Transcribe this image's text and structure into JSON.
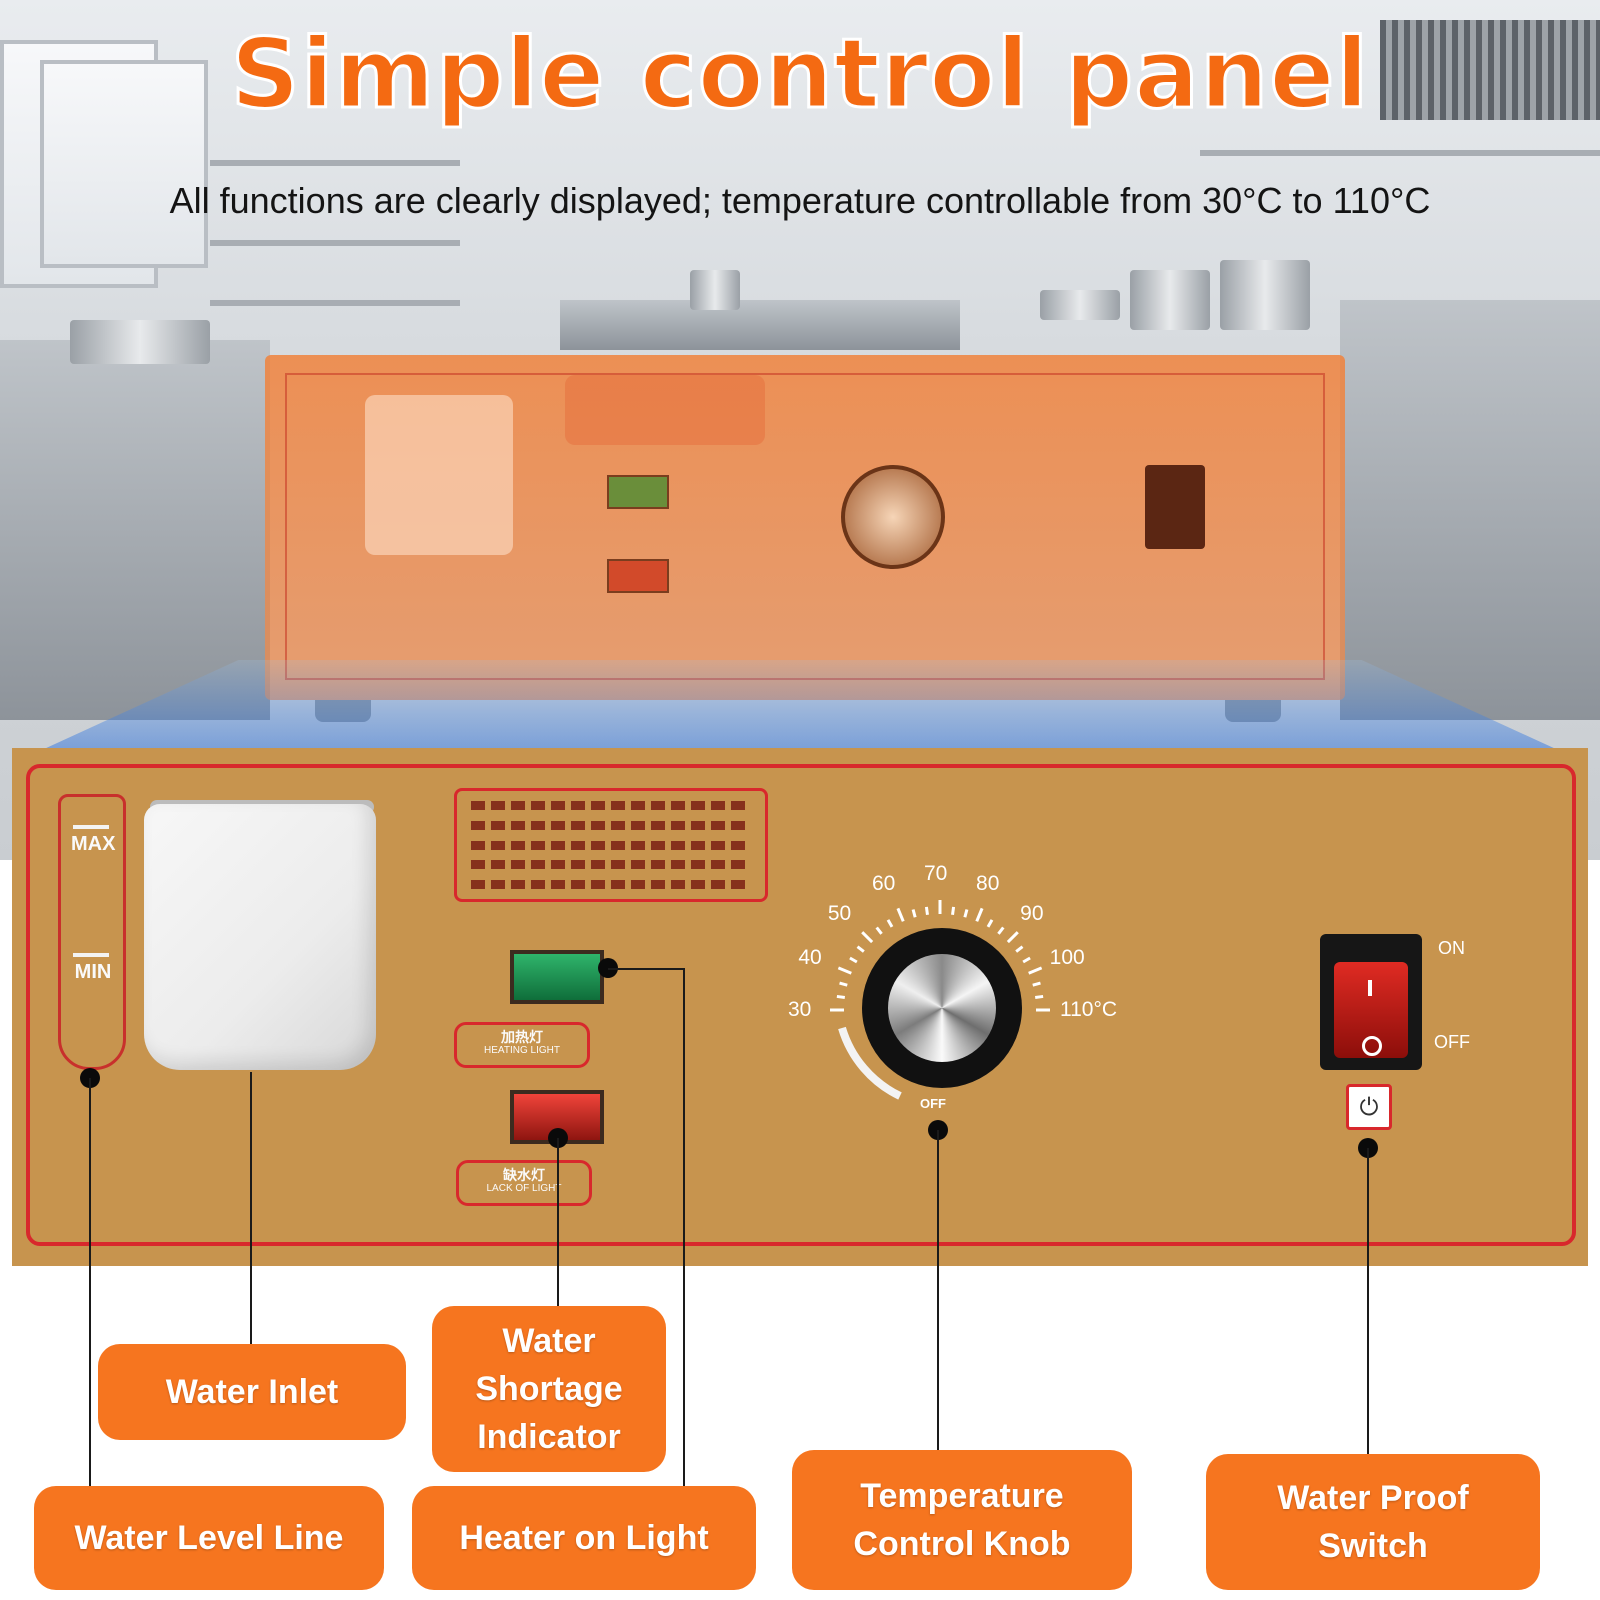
{
  "title": "Simple control panel",
  "subtitle": "All functions are clearly displayed; temperature controllable from 30°C to 110°C",
  "panel": {
    "gauge_max": "MAX",
    "gauge_min": "MIN",
    "heater_tag_zh": "加热灯",
    "heater_tag_en": "HEATING LIGHT",
    "shortage_tag_zh": "缺水灯",
    "shortage_tag_en": "LACK OF LIGHT",
    "dial_numbers": [
      "30",
      "40",
      "50",
      "60",
      "70",
      "80",
      "90",
      "100",
      "110"
    ],
    "dial_unit": "°C",
    "dial_off": "OFF",
    "switch_on": "ON",
    "switch_off": "OFF",
    "power_symbol": "⏻"
  },
  "callouts": {
    "water_inlet": "Water Inlet",
    "water_shortage": "Water Shortage Indicator",
    "water_level": "Water Level Line",
    "heater_light": "Heater on Light",
    "temp_knob": "Temperature Control Knob",
    "waterproof_switch": "Water Proof Switch"
  },
  "colors": {
    "accent": "#f6751f",
    "panel": "#c7944e",
    "border_red": "#d8282c"
  }
}
